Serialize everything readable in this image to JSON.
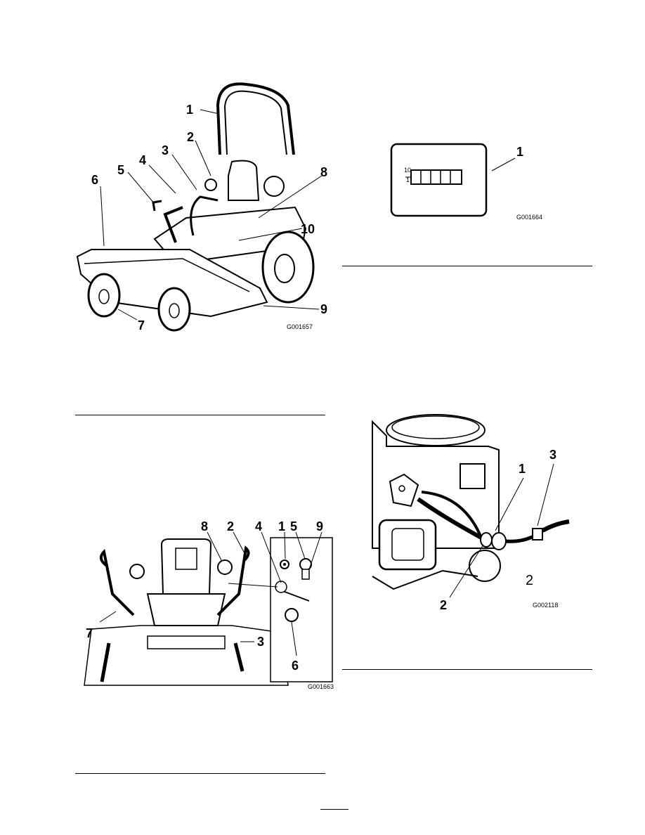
{
  "figures": {
    "mower": {
      "code": "G001657",
      "callouts": [
        "1",
        "2",
        "3",
        "4",
        "5",
        "6",
        "7",
        "8",
        "9",
        "10"
      ]
    },
    "hour_meter": {
      "code": "G001664",
      "callouts": [
        "1"
      ],
      "scale_top": "10",
      "scale_bottom": "1"
    },
    "controls": {
      "code": "G001663",
      "callouts": [
        "8",
        "2",
        "4",
        "1",
        "5",
        "9",
        "7",
        "3",
        "6"
      ]
    },
    "engine": {
      "code": "G002118",
      "callouts": [
        "1",
        "3",
        "2"
      ],
      "stray_label": "2"
    }
  }
}
